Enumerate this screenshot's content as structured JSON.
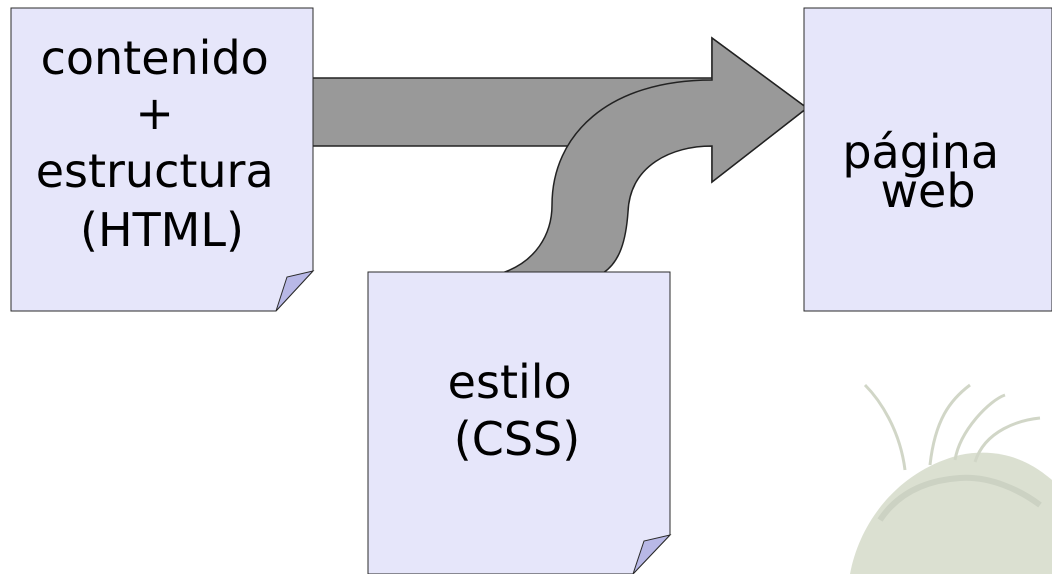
{
  "diagram": {
    "colors": {
      "page_fill": "#e6e6fa",
      "page_stroke": "#2b2b2b",
      "fold_fill": "#b8b8e6",
      "arrow_fill": "#999999",
      "arrow_stroke": "#222222",
      "decor_plant": "#8a9a70"
    },
    "html_doc": {
      "lines": [
        "contenido",
        "+",
        "estructura",
        "(HTML)"
      ]
    },
    "css_doc": {
      "lines": [
        "estilo",
        "(CSS)"
      ]
    },
    "web_page": {
      "lines": [
        "página",
        "web"
      ]
    }
  }
}
